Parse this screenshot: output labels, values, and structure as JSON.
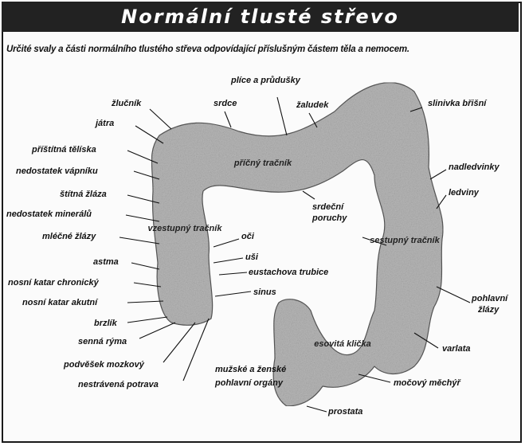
{
  "title": "Normální tlusté střevo",
  "subtitle": "Určité svaly a části normálního tlustého střeva odpovídající příslušným částem těla a nemocem.",
  "colon_sections": {
    "transverse": "příčný tračník",
    "ascending": "vzestupný tračník",
    "descending": "sestupný tračník",
    "sigmoid": "esovitá klička"
  },
  "labels": {
    "zlucnik": "žlučník",
    "jatra": "játra",
    "pristitna_teliska": "příštítná tělíska",
    "nedostatek_vapniku": "nedostatek vápníku",
    "stitna_zlaza": "štítná žláza",
    "nedostatek_mineralu": "nedostatek minerálů",
    "mlecne_zlazy": "mléčné žlázy",
    "astma": "astma",
    "nosni_katar_chronicky": "nosní katar chronický",
    "nosni_katar_akutni": "nosní katar akutní",
    "brzlik": "brzlík",
    "senna_ryma": "senná rýma",
    "podvesek_mozkovy": "podvěšek mozkový",
    "nestravena_potrava": "nestrávená potrava",
    "srdce": "srdce",
    "plice_a_prudusky": "plíce a průdušky",
    "zaludek": "žaludek",
    "slinivka_brisni": "slinivka břišní",
    "nadledvinky": "nadledvinky",
    "ledviny": "ledviny",
    "srdecni_poruchy_1": "srdeční",
    "srdecni_poruchy_2": "poruchy",
    "oci": "oči",
    "usi": "uši",
    "eustachova_trubice": "eustachova trubice",
    "sinus": "sinus",
    "pohlavni_zlazy_1": "pohlavní",
    "pohlavni_zlazy_2": "žlázy",
    "varlata": "varlata",
    "mocovy_mechyr": "močový měchýř",
    "muzske_a_zenske_1": "mužské a ženské",
    "muzske_a_zenske_2": "pohlavní orgány",
    "prostata": "prostata"
  },
  "colors": {
    "title_bg": "#222222",
    "colon_fill": "#b5b5b5",
    "colon_edge": "#555555"
  }
}
